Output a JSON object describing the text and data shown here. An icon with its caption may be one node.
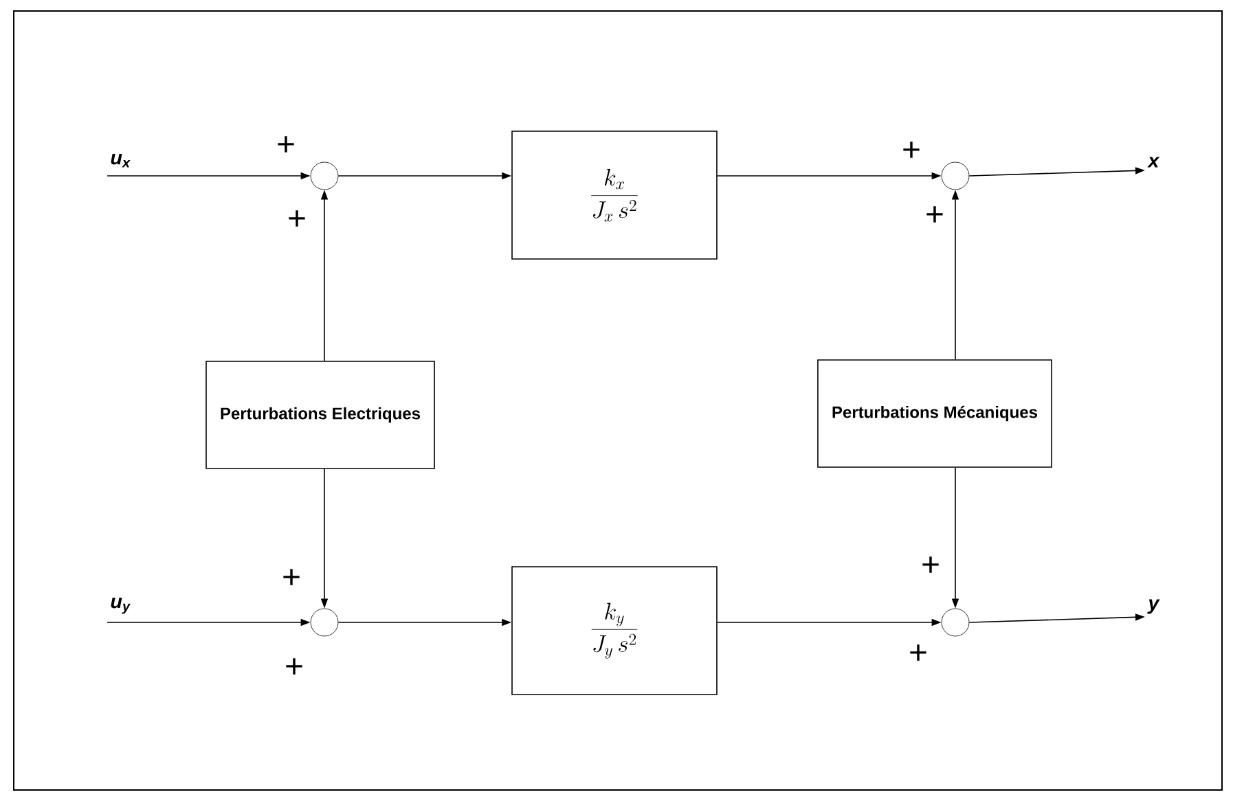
{
  "diagram": {
    "nodes": [
      {
        "text": [
          "u$_{x}$"
        ]
      },
      {
        "text": [],
        "shape": "circle"
      },
      {
        "text": [
          "\\frac{k_x}{J_x\\, s^{2}}"
        ]
      },
      {
        "text": [],
        "shape": "circle"
      },
      {
        "text": [
          "x"
        ]
      },
      {
        "text": [
          "Perturbations Electriques"
        ]
      },
      {
        "text": [
          "Perturbations Mécaniques"
        ]
      },
      {
        "text": [
          "u$_{y}$"
        ]
      },
      {
        "text": [],
        "shape": "circle"
      },
      {
        "text": [
          "\\frac{k_y}{J_y\\, s^{2}}"
        ]
      },
      {
        "text": [],
        "shape": "circle"
      },
      {
        "text": [
          "y"
        ]
      }
    ],
    "edges": [
      {
        "from": 0,
        "to": 1,
        "arrow": "to"
      },
      {
        "from": 1,
        "to": 2,
        "arrow": "to"
      },
      {
        "from": 2,
        "to": 3,
        "arrow": "to"
      },
      {
        "from": 3,
        "to": 4,
        "arrow": "to"
      },
      {
        "from": 5,
        "to": 1,
        "arrow": "to"
      },
      {
        "from": 6,
        "to": 3,
        "arrow": "to"
      },
      {
        "from": 5,
        "to": 8,
        "arrow": "to"
      },
      {
        "from": 6,
        "to": 10,
        "arrow": "to"
      },
      {
        "from": 7,
        "to": 8,
        "arrow": "to"
      },
      {
        "from": 8,
        "to": 9,
        "arrow": "to"
      },
      {
        "from": 9,
        "to": 10,
        "arrow": "to"
      },
      {
        "from": 10,
        "to": 11,
        "arrow": "to"
      }
    ],
    "labels": [
      "+",
      "+",
      "+",
      "+",
      "+",
      "+",
      "+",
      "+"
    ]
  }
}
